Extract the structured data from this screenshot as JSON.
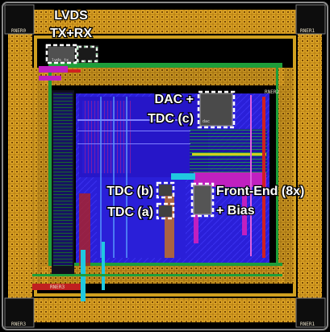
{
  "annotations": {
    "lvds_line1": "LVDS",
    "lvds_line2": "TX+RX",
    "dac_line1": "DAC +",
    "dac_line2": "TDC (c)",
    "tdc_b": "TDC (b)",
    "tdc_a": "TDC (a)",
    "frontend_line1": "Front-End (8x)",
    "frontend_line2": "+ Bias"
  },
  "block_labels": {
    "dac_block": "dac",
    "lvds_block": "lvds_tx"
  },
  "pad_labels": {
    "top_left": "RNER0",
    "top_right": "RNER1",
    "bottom_left": "RNER3",
    "bottom_right": "RNER1",
    "inner_top_right": "RNER2",
    "inner_bottom_left": "RNER3"
  },
  "colors": {
    "background": "#000000",
    "pad_ring": "#d4a020",
    "core_fill": "#2a1fd8",
    "metal_green": "#1e9e3a",
    "metal_magenta": "#c020c0",
    "metal_red": "#d02020",
    "metal_cyan": "#20c8e0",
    "highlight_box": "#ffffff"
  }
}
